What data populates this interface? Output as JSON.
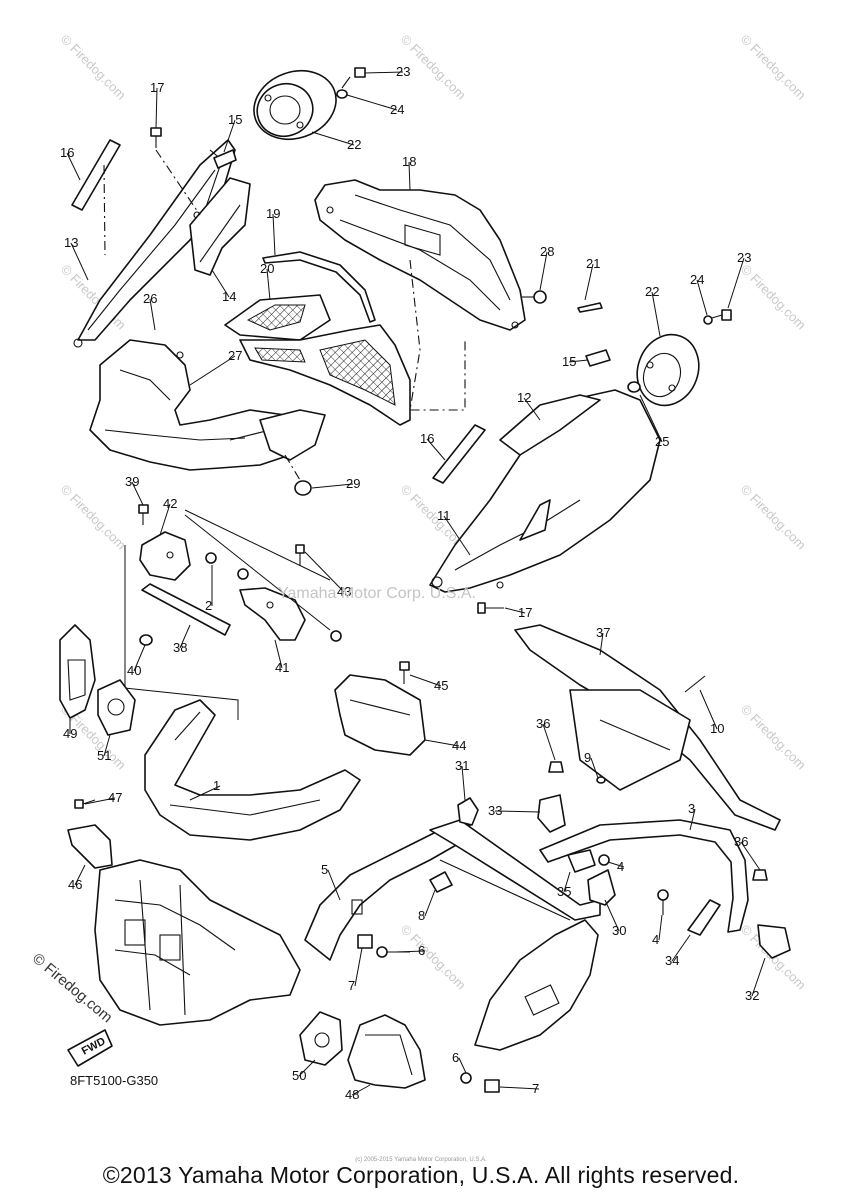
{
  "diagram_code": "8FT5100-G350",
  "copyright": "©2013 Yamaha Motor Corporation, U.S.A. All rights reserved.",
  "small_print": "(c) 2005-2015 Yamaha Motor Corporation, U.S.A.",
  "center_watermark": "Yamaha Motor Corp. U.S.A.",
  "corner_watermark": "© Firedog.com",
  "tile_watermark": "© Firedog.com",
  "fwd_label": "FWD",
  "callouts": [
    "1",
    "2",
    "3",
    "4",
    "5",
    "6",
    "7",
    "8",
    "9",
    "10",
    "11",
    "12",
    "13",
    "14",
    "15",
    "16",
    "17",
    "18",
    "19",
    "20",
    "21",
    "22",
    "23",
    "24",
    "25",
    "26",
    "27",
    "28",
    "29",
    "30",
    "31",
    "32",
    "33",
    "34",
    "35",
    "36",
    "37",
    "38",
    "39",
    "40",
    "41",
    "42",
    "43",
    "44",
    "45",
    "46",
    "47",
    "48",
    "49",
    "50",
    "51"
  ]
}
